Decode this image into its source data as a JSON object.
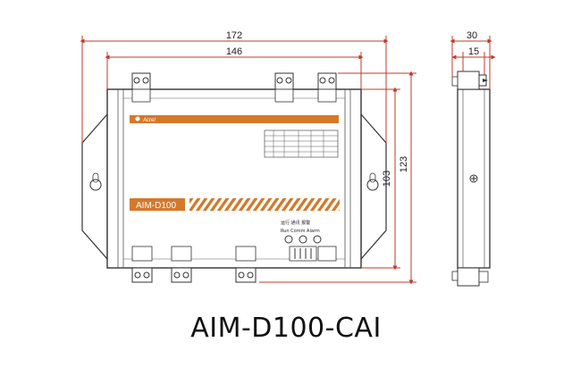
{
  "caption": "AIM-D100-CAI",
  "device": {
    "brand": "Acrel",
    "model_label": "AIM-D100",
    "panel_text_1": "运行  通讯  报警",
    "panel_text_2": "Run  Comm  Alarm"
  },
  "dimensions": {
    "front_total_width": "172",
    "front_mount_width": "146",
    "front_height_body": "103",
    "front_height_total": "123",
    "side_total_width": "30",
    "side_body_width": "15"
  },
  "colors": {
    "accent": "#d4792a",
    "dimension": "#c0392b",
    "outline": "#333333"
  }
}
